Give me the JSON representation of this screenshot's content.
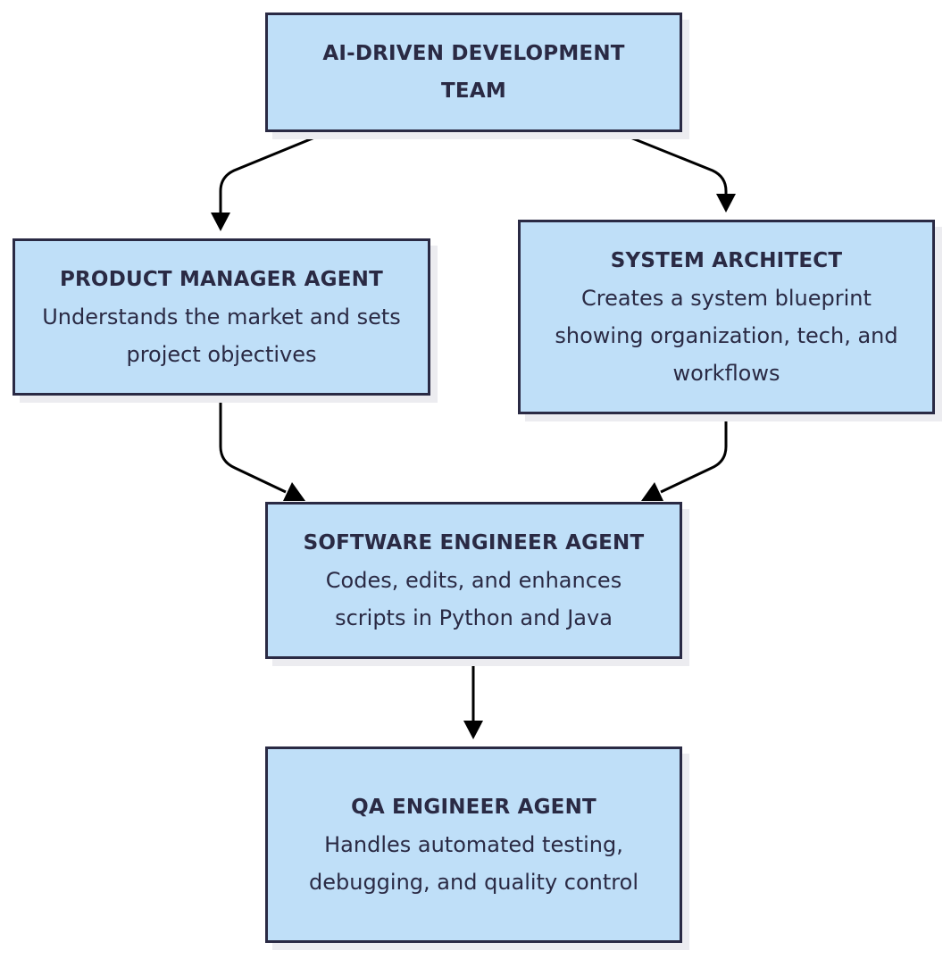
{
  "nodes": {
    "team": {
      "title": "AI-DRIVEN DEVELOPMENT TEAM"
    },
    "product_manager": {
      "title": "PRODUCT MANAGER AGENT",
      "description": "Understands the market and sets project objectives"
    },
    "system_architect": {
      "title": "SYSTEM ARCHITECT",
      "description": "Creates a system blueprint showing organization, tech, and workflows"
    },
    "software_engineer": {
      "title": "SOFTWARE ENGINEER AGENT",
      "description": "Codes, edits, and enhances scripts in Python and Java"
    },
    "qa_engineer": {
      "title": "QA ENGINEER AGENT",
      "description": "Handles automated testing, debugging, and quality control"
    }
  },
  "edges": [
    {
      "from": "team",
      "to": "product_manager"
    },
    {
      "from": "team",
      "to": "system_architect"
    },
    {
      "from": "product_manager",
      "to": "software_engineer"
    },
    {
      "from": "system_architect",
      "to": "software_engineer"
    },
    {
      "from": "software_engineer",
      "to": "qa_engineer"
    }
  ],
  "colors": {
    "node_fill": "#bfdff8",
    "node_border": "#2a2a44",
    "edge": "#000000",
    "shadow": "#ececf0",
    "text": "#2a2a44"
  }
}
